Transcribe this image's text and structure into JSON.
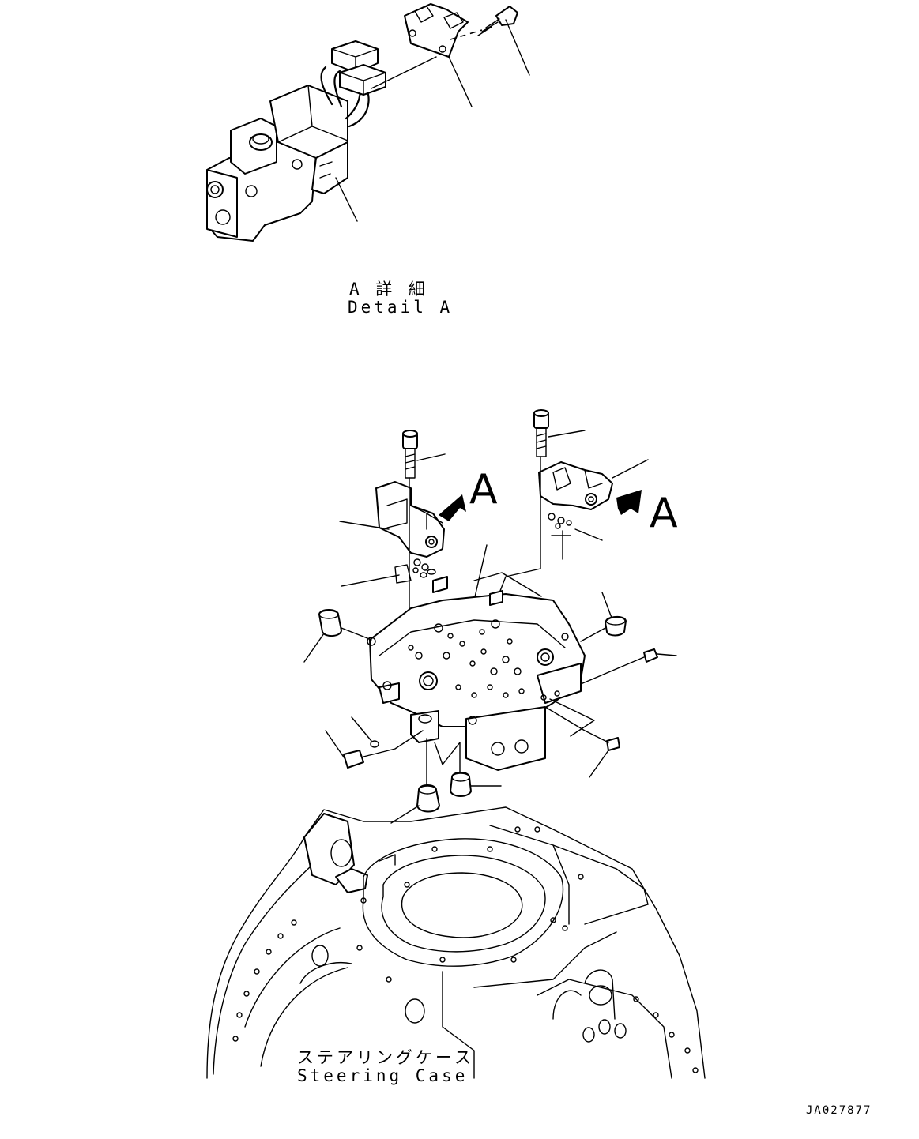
{
  "detail": {
    "title_jp": "A 詳 細",
    "title_en": "Detail A"
  },
  "view_marks": [
    "A",
    "A"
  ],
  "steering_case": {
    "label_jp": "ステアリングケース",
    "label_en": "Steering Case"
  },
  "drawing_code": "JA027877"
}
